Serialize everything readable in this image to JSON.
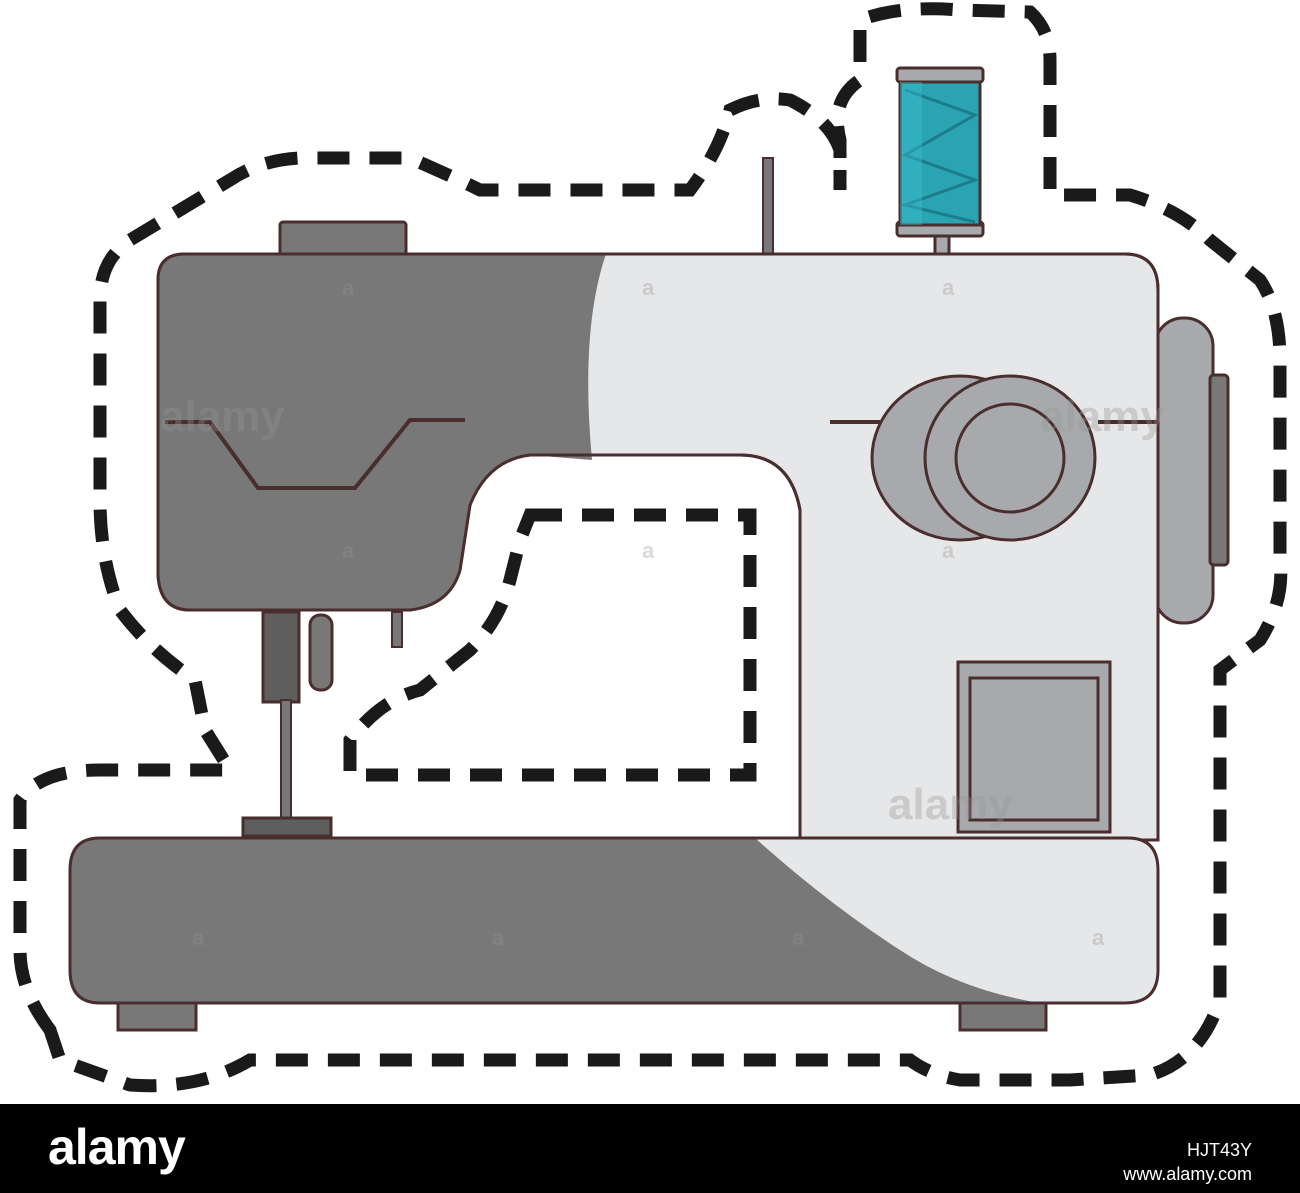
{
  "illustration": {
    "subject": "sewing-machine-icon",
    "colors": {
      "body_dark": "#787878",
      "body_light": "#e6e7e9",
      "outline": "#4a2e2e",
      "accent_teal": "#2aa3b3",
      "dash": "#1a1a1a",
      "knob_gray": "#a7a9ac"
    }
  },
  "watermark": {
    "text": "alamy",
    "small_text": "a"
  },
  "footer": {
    "logo": "alamy",
    "image_id": "HJT43Y",
    "url": "www.alamy.com"
  }
}
